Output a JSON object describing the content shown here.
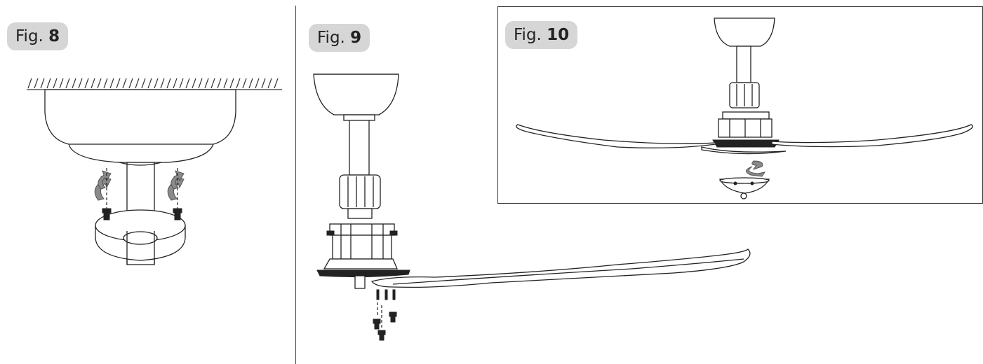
{
  "figures": [
    {
      "prefix": "Fig.",
      "number": "8"
    },
    {
      "prefix": "Fig.",
      "number": "9"
    },
    {
      "prefix": "Fig.",
      "number": "10"
    }
  ]
}
